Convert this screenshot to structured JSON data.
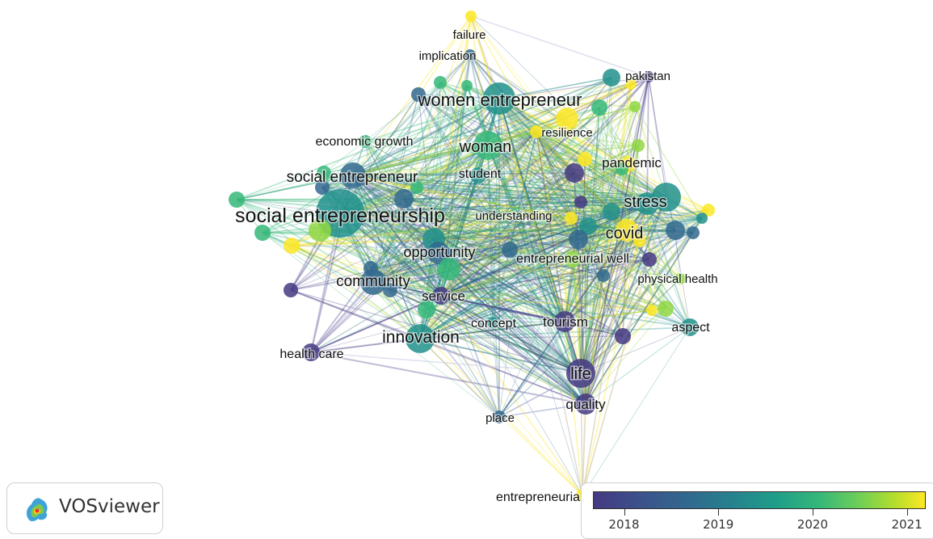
{
  "app": {
    "name": "VOSviewer"
  },
  "legend": {
    "ticks": [
      {
        "label": "2018",
        "value": 2018
      },
      {
        "label": "2019",
        "value": 2019
      },
      {
        "label": "2020",
        "value": 2020
      },
      {
        "label": "2021",
        "value": 2021
      }
    ],
    "colors": [
      "#443983",
      "#31688e",
      "#21918c",
      "#35b779",
      "#90d743",
      "#fde725"
    ]
  },
  "labels": {
    "failure": "failure",
    "implication": "implication",
    "pakistan": "pakistan",
    "women_entrepreneur": "women entrepreneur",
    "resilience": "resilience",
    "economic_growth": "economic growth",
    "woman": "woman",
    "pandemic": "pandemic",
    "social_entrepreneur": "social entrepreneur",
    "student": "student",
    "stress": "stress",
    "social_entrepreneurship": "social entrepreneurship",
    "understanding": "understanding",
    "covid": "covid",
    "opportunity": "opportunity",
    "entrepreneurial_well": "entrepreneurial well",
    "community": "community",
    "physical_health": "physical health",
    "service": "service",
    "concept": "concept",
    "tourism": "tourism",
    "aspect": "aspect",
    "innovation": "innovation",
    "health_care": "health care",
    "life": "life",
    "quality": "quality",
    "place": "place",
    "entrepreneurial": "entrepreneuria"
  }
}
